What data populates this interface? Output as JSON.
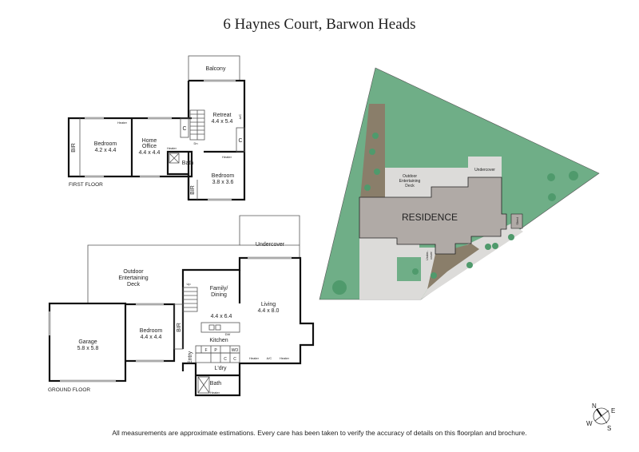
{
  "title": "6 Haynes Court, Barwon Heads",
  "disclaimer": "All measurements are approximate estimations. Every care has been taken to verify the accuracy of details on this floorplan and brochure.",
  "first_floor": {
    "label": "FIRST FLOOR",
    "balcony": "Balcony",
    "retreat": "Retreat",
    "retreat_size": "4.4 x 5.4",
    "bedroom1": "Bedroom",
    "bedroom1_size": "4.2 x 4.4",
    "office": "Home",
    "office2": "Office",
    "office_size": "4.4 x 4.4",
    "bath": "Bath",
    "bedroom2": "Bedroom",
    "bedroom2_size": "3.8 x 3.6",
    "bir": "BIR",
    "c": "C",
    "dn": "Dn",
    "heater": "Heater",
    "ac": "A/C"
  },
  "ground_floor": {
    "label": "GROUND FLOOR",
    "deck": "Outdoor",
    "deck2": "Entertaining",
    "deck3": "Deck",
    "undercover": "Undercover",
    "family": "Family/",
    "family2": "Dining",
    "family_size": "4.4 x 6.4",
    "living": "Living",
    "living_size": "4.4 x 8.0",
    "garage": "Garage",
    "garage_size": "5.8 x 5.8",
    "bedroom": "Bedroom",
    "bedroom_size": "4.4 x 4.4",
    "bir": "BIR",
    "kitchen": "Kitchen",
    "entry": "Entry",
    "laundry": "L'dry",
    "bath": "Bath",
    "f": "F",
    "p": "P",
    "wo": "WO",
    "c": "C",
    "dw": "DW",
    "up": "Up",
    "heater": "Heater",
    "ac": "A/C"
  },
  "site": {
    "residence": "RESIDENCE",
    "deck": "Outdoor",
    "deck2": "Entertaining",
    "deck3": "Deck",
    "undercover": "Undercover",
    "undercover_small": "Under-",
    "undercover_small2": "cover",
    "shed": "Shed",
    "colors": {
      "lawn": "#6fae87",
      "residence": "#b0aaa6",
      "paving": "#dcdbd9",
      "garden": "#8a7e6a",
      "shrub": "#4f9a6c"
    }
  },
  "compass": {
    "n": "N",
    "e": "E",
    "s": "S",
    "w": "W"
  }
}
